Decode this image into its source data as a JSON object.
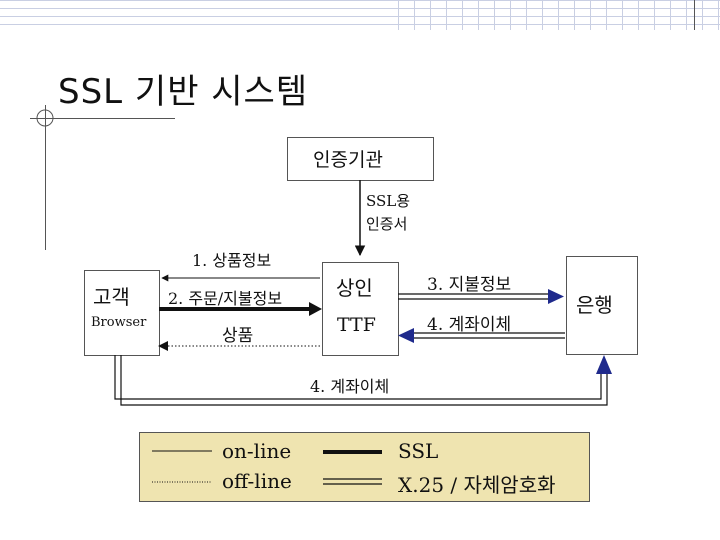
{
  "slide": {
    "title": "SSL 기반 시스템"
  },
  "diagram": {
    "ca_box": "인증기관",
    "ssl_cert_line1": "SSL용",
    "ssl_cert_line2": "인증서",
    "customer": "고객",
    "browser": "Browser",
    "merchant": "상인",
    "ttf": "TTF",
    "bank": "은행",
    "step1": "1. 상품정보",
    "step2": "2. 주문/지불정보",
    "goods": "상품",
    "step3": "3. 지불정보",
    "step4_merchant_bank": "4. 계좌이체",
    "step4_bank_customer": "4. 계좌이체"
  },
  "legend": {
    "online": "on-line",
    "offline": "off-line",
    "ssl": "SSL",
    "x25": "X.25 / 자체암호화",
    "background_color": "#efe4b0"
  }
}
